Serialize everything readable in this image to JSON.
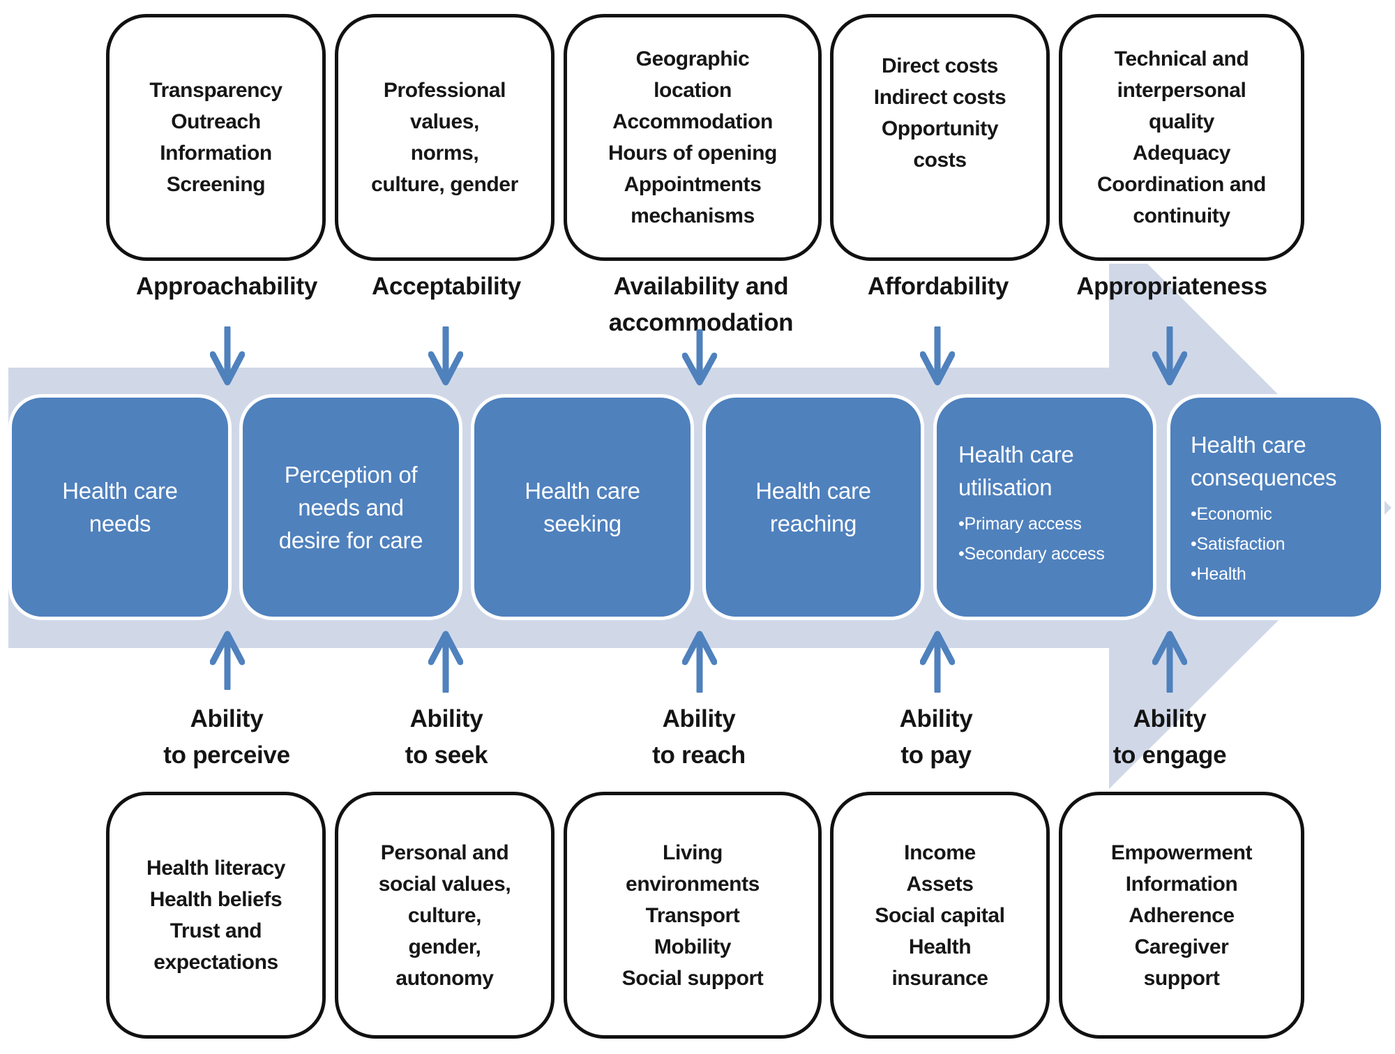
{
  "diagram": {
    "title": "Conceptual framework of access to health care",
    "colors": {
      "stage_fill": "#4f81bd",
      "band_fill": "#d0d8e8",
      "arrow_fill": "#4f81bd",
      "box_border": "#111111"
    },
    "service_dimensions": [
      {
        "label_lines": [
          "Approachability"
        ],
        "items": [
          "Transparency",
          "Outreach",
          "Information",
          "Screening"
        ]
      },
      {
        "label_lines": [
          "Acceptability"
        ],
        "items": [
          "Professional",
          "values,",
          "norms,",
          "culture, gender"
        ]
      },
      {
        "label_lines": [
          "Availability and",
          "accommodation"
        ],
        "items": [
          "Geographic",
          "location",
          "Accommodation",
          "Hours of opening",
          "Appointments",
          "mechanisms"
        ]
      },
      {
        "label_lines": [
          "Affordability"
        ],
        "items": [
          "Direct costs",
          "Indirect costs",
          "Opportunity",
          "costs"
        ]
      },
      {
        "label_lines": [
          "Appropriateness"
        ],
        "items": [
          "Technical and",
          "interpersonal",
          "quality",
          "Adequacy",
          "Coordination and",
          "continuity"
        ]
      }
    ],
    "stages": [
      {
        "title_lines": [
          "Health care",
          "needs"
        ],
        "bullets": []
      },
      {
        "title_lines": [
          "Perception of",
          "needs and",
          "desire for care"
        ],
        "bullets": []
      },
      {
        "title_lines": [
          "Health care",
          "seeking"
        ],
        "bullets": []
      },
      {
        "title_lines": [
          "Health care",
          "reaching"
        ],
        "bullets": []
      },
      {
        "title_lines": [
          "Health care",
          "utilisation"
        ],
        "bullets": [
          "•Primary access",
          "•Secondary access"
        ]
      },
      {
        "title_lines": [
          "Health care",
          "consequences"
        ],
        "bullets": [
          "•Economic",
          "•Satisfaction",
          "•Health"
        ]
      }
    ],
    "population_abilities": [
      {
        "label_lines": [
          "Ability",
          "to perceive"
        ],
        "items": [
          "Health literacy",
          "Health beliefs",
          "Trust and",
          "expectations"
        ]
      },
      {
        "label_lines": [
          "Ability",
          "to seek"
        ],
        "items": [
          "Personal and",
          "social values,",
          "culture,",
          "gender,",
          "autonomy"
        ]
      },
      {
        "label_lines": [
          "Ability",
          "to reach"
        ],
        "items": [
          "Living",
          "environments",
          "Transport",
          "Mobility",
          "Social support"
        ]
      },
      {
        "label_lines": [
          "Ability",
          "to pay"
        ],
        "items": [
          "Income",
          "Assets",
          "Social capital",
          "Health",
          "insurance"
        ]
      },
      {
        "label_lines": [
          "Ability",
          "to engage"
        ],
        "items": [
          "Empowerment",
          "Information",
          "Adherence",
          "Caregiver",
          "support"
        ]
      }
    ]
  }
}
